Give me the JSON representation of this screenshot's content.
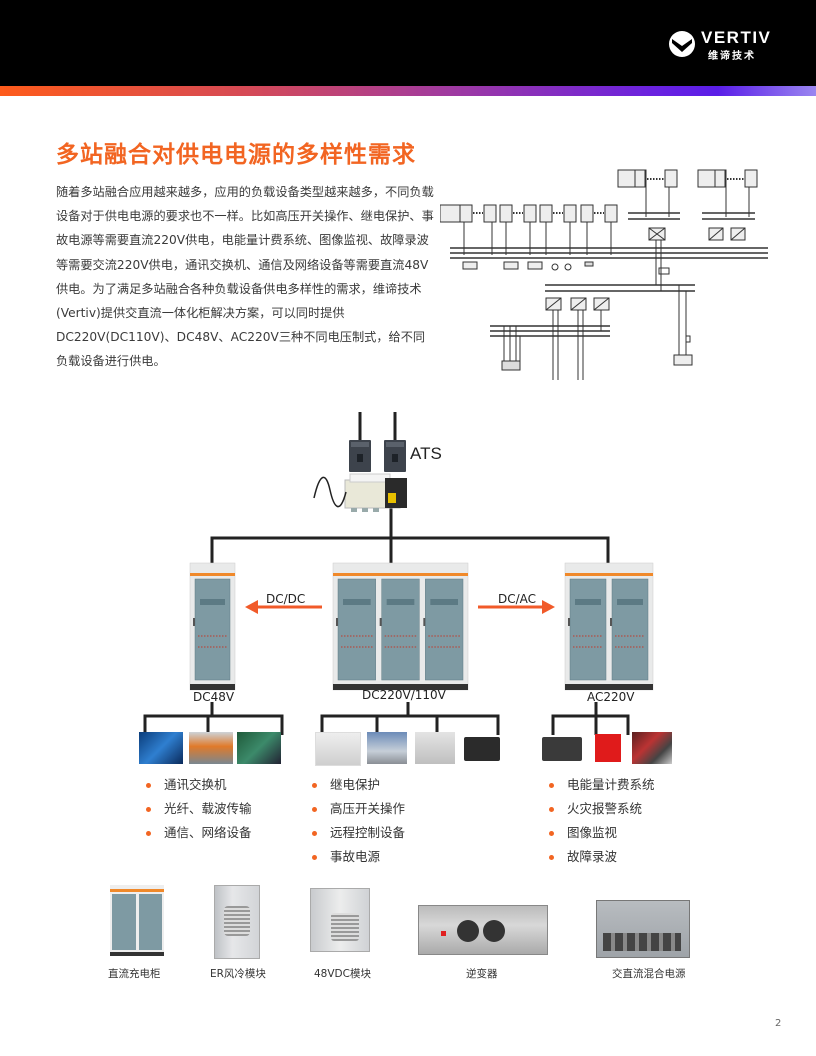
{
  "header": {
    "brand": "VERTIV",
    "brand_sub": "维谛技术",
    "gradient_colors": [
      "#fe5b1b",
      "#a03aa0",
      "#5a1ee8",
      "#9a86f0"
    ]
  },
  "page": {
    "title": "多站融合对供电电源的多样性需求",
    "body": "随着多站融合应用越来越多，应用的负载设备类型越来越多，不同负载设备对于供电电源的要求也不一样。比如高压开关操作、继电保护、事故电源等需要直流220V供电，电能量计费系统、图像监视、故障录波等需要交流220V供电，通讯交换机、通信及网络设备等需要直流48V供电。为了满足多站融合各种负载设备供电多样性的需求，维谛技术(Vertiv)提供交直流一体化柜解决方案，可以同时提供DC220V(DC110V)、DC48V、AC220V三种不同电压制式，给不同负载设备进行供电。",
    "accent_color": "#f26522",
    "page_number": "2"
  },
  "diagram": {
    "ats_label": "ATS",
    "arrow_left_label": "DC/DC",
    "arrow_right_label": "DC/AC",
    "cabinets": [
      {
        "label": "DC48V"
      },
      {
        "label": "DC220V/110V"
      },
      {
        "label": "AC220V"
      }
    ],
    "loads": {
      "dc48": [
        "通讯交换机",
        "光纤、载波传输",
        "通信、网络设备"
      ],
      "dc220": [
        "继电保护",
        "高压开关操作",
        "远程控制设备",
        "事故电源"
      ],
      "ac220": [
        "电能量计费系统",
        "火灾报警系统",
        "图像监视",
        "故障录波"
      ]
    }
  },
  "products": [
    {
      "label": "直流充电柜"
    },
    {
      "label": "ER风冷模块"
    },
    {
      "label": "48VDC模块"
    },
    {
      "label": "逆变器"
    },
    {
      "label": "交直流混合电源"
    }
  ]
}
